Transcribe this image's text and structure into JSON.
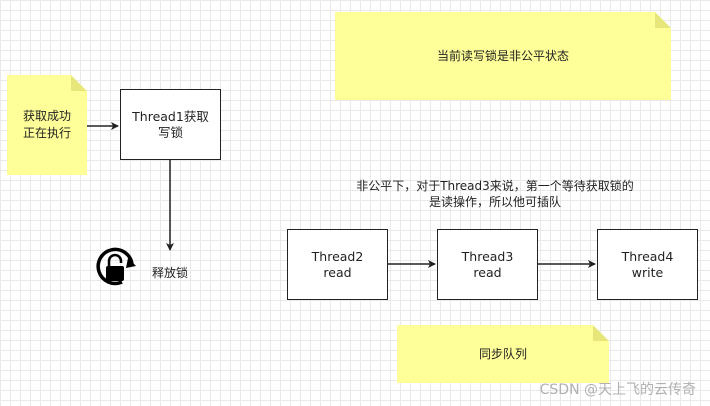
{
  "notes": {
    "acquire": {
      "line1": "获取成功",
      "line2": "正在执行"
    },
    "state": "当前读写锁是非公平状态",
    "queue": "同步队列"
  },
  "boxes": {
    "thread1": {
      "line1": "Thread1获取",
      "line2": "写锁"
    },
    "thread2": {
      "line1": "Thread2",
      "line2": "read"
    },
    "thread3": {
      "line1": "Thread3",
      "line2": "read"
    },
    "thread4": {
      "line1": "Thread4",
      "line2": "write"
    }
  },
  "labels": {
    "release": "释放锁",
    "explain_line1": "非公平下，对于Thread3来说，第一个等待获取锁的",
    "explain_line2": "是读操作，所以他可插队"
  },
  "watermark": "CSDN @天上飞的云传奇",
  "colors": {
    "note": "#ffff99",
    "stroke": "#222222"
  }
}
